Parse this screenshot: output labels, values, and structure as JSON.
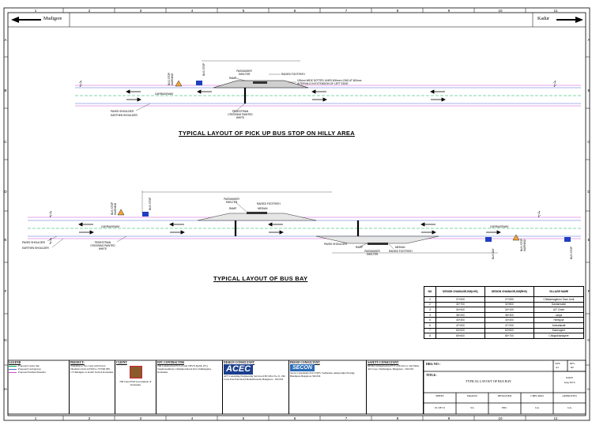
{
  "directions": {
    "left": "Mudigere",
    "right": "Kadur"
  },
  "border": {
    "columns": [
      "1",
      "2",
      "3",
      "4",
      "5",
      "6",
      "7",
      "8",
      "9",
      "10",
      "11"
    ],
    "rows": [
      "A",
      "B",
      "C",
      "D",
      "E",
      "F",
      "G",
      "H"
    ]
  },
  "hilly": {
    "title": "TYPICAL LAYOUT OF PICK UP BUS STOP ON HILLY AREA",
    "labels": {
      "carriageway": "CARRIAGEWAY",
      "passenger_shelter": "PASSANGER SHELTER",
      "raised_footpath": "RAISED FOOTPATH",
      "ramp": "RAMP",
      "dotted_lines": "100mm WIDE DOTTED LINES 600mm LONG AT 600mm INTERVALS IN EXTENSION OF LEFT EDGE",
      "paved_shoulder": "PAVED SHOULDER",
      "earthen_shoulder": "EARTHEN SHOULDER",
      "ped_crossing": "PEDESTRIAN CROSSING PAINTED WHITE",
      "bus_stop_sign": "BUS STOP",
      "sign_left": "BUS STOP WARNING"
    }
  },
  "busbay": {
    "title": "TYPICAL LAYOUT OF BUS BAY",
    "labels": {
      "carriageway": "CARRIAGEWAY",
      "passenger_shelter": "PASSANGER SHELTER",
      "raised_footpath": "RAISED FOOTPATH",
      "ramp": "RAMP",
      "median": "MEDIAN",
      "paved_shoulder": "PAVED SHOULDER",
      "earthen_shoulder": "EARTHEN SHOULDER",
      "ped_crossing": "PEDESTRIAN CROSSING PAINTED WHITE",
      "bus_stop_sign": "BUS STOP",
      "bus_bay_sign": "BUS BAY",
      "sign_left": "BUS STOP WARNING"
    }
  },
  "village_table": {
    "headers": [
      "NO",
      "DESIGN CHAINAGE,KM(LHS)",
      "DESIGN CHAINAGE,KM(RHS)",
      "VILLAGE NAME"
    ],
    "rows": [
      [
        "1",
        "27+000",
        "27+050",
        "Chikkamagaluru Town Limit"
      ],
      [
        "2",
        "32+700",
        "32+800",
        "Dantarmakki"
      ],
      [
        "3",
        "34+000",
        "34+100",
        "AIT Circle"
      ],
      [
        "4",
        "38+200",
        "38+300",
        "Lakya"
      ],
      [
        "5",
        "43+300",
        "43+400",
        "Hirregoje"
      ],
      [
        "6",
        "47+000",
        "47+200",
        "Ambalakatti"
      ],
      [
        "7",
        "63+000",
        "63+600",
        "Kamnagere"
      ],
      [
        "8",
        "65+600",
        "65+700",
        "Chikgoddanagere"
      ]
    ]
  },
  "title_block": {
    "legend": {
      "heading": "LEGEND",
      "items": [
        "Proposed Centre line",
        "Proposed Carriageway",
        "Proposed Earthen Shoulder"
      ],
      "colors": [
        "#00b050",
        "#4a6fd6",
        "#d04fd0"
      ]
    },
    "project": {
      "heading": "PROJECT:",
      "text": "Widening to Two Lane with Paved Shoulders from 24+000 to 70+000 NH-173 Mudigere to Kadur Section Karnataka"
    },
    "client": {
      "heading": "CLIENT",
      "text": "NH Zone PWD Government of Karnataka"
    },
    "contractor": {
      "heading": "EPC CONTRACTOR",
      "text": "JSR Construction Pvt Ltd and CHVN Reddy (JV), Sreenivasanilaya, Champion Road 2nd, Chikmagalur, Karnataka"
    },
    "design_consultant": {
      "heading": "DESIGN CONSULTANT",
      "logo": "ACEC",
      "text": "APT Consulting Engineering Services #39/3,Plot No. 8, 13th Cross East Park Road Malleshwaram, Bangalore - 560 003"
    },
    "proof_consultant": {
      "heading": "PROOF CONSULTANT",
      "logo": "SECON",
      "text": "Secon Consultants #101/VIPS, Sadharanu, Akkayadipu Prestige Bandipura Bangalore 560 004"
    },
    "safety_consultant": {
      "heading": "SAFETY CONSULTANT",
      "text": "DESKT Infrastructure PVT. LTD #21-2, 2nd Main, 3rd Cross, Chamarajpet, Bangalore - 560 018"
    },
    "drg_no_label": "DRG NO :",
    "title_label": "TITLE:",
    "title_value": "TYPICAL LAYOUT OF BUS BAY",
    "size_label": "SIZE",
    "size_value": "A3",
    "rev_label": "REV.",
    "rev_value": "R0",
    "date_label": "DATE",
    "date_value": "Aug 2016",
    "bottom_headers": [
      "SHEET",
      "DRAWN",
      "DESIGNED",
      "CHECKED",
      "APPROVED"
    ],
    "bottom_values": [
      "01 OF 01",
      "SA",
      "PRC",
      "GA",
      "GA"
    ]
  }
}
